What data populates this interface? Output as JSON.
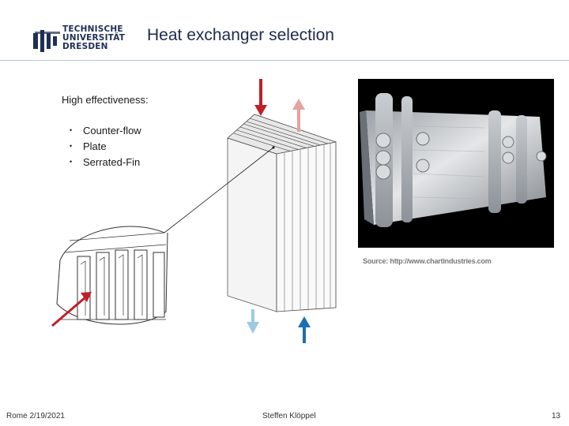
{
  "header": {
    "logo_lines": [
      "TECHNISCHE",
      "UNIVERSITÄT",
      "DRESDEN"
    ],
    "title": "Heat exchanger selection"
  },
  "content": {
    "heading": "High effectiveness:",
    "bullets": [
      "Counter-flow",
      "Plate",
      "Serrated-Fin"
    ],
    "bullet_glyph": "•"
  },
  "figure": {
    "source": "Source: http://www.chartindustries.com",
    "arrow_colors": {
      "hot_in": "#c0202a",
      "hot_out": "#e8a0a0",
      "cold_out": "#9ccbe0",
      "cold_in": "#1e6fb0"
    }
  },
  "footer": {
    "location_date": "Rome 2/19/2021",
    "author": "Steffen Klöppel",
    "page": "13"
  }
}
